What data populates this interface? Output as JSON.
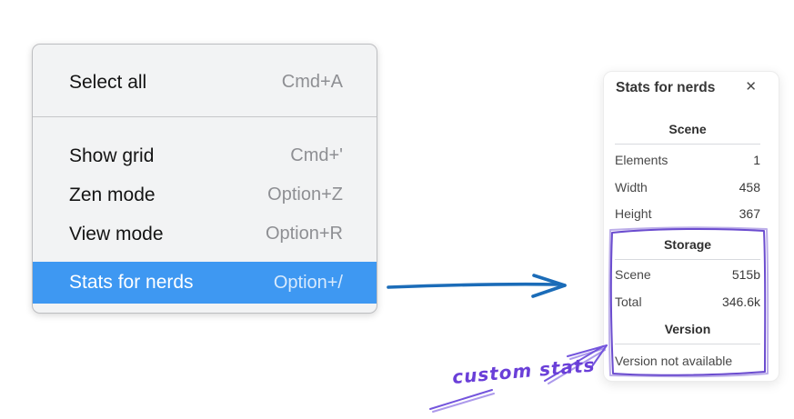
{
  "menu": {
    "items": [
      {
        "label": "Select all",
        "shortcut": "Cmd+A",
        "selected": false
      },
      {
        "label": "Show grid",
        "shortcut": "Cmd+'",
        "selected": false
      },
      {
        "label": "Zen mode",
        "shortcut": "Option+Z",
        "selected": false
      },
      {
        "label": "View mode",
        "shortcut": "Option+R",
        "selected": false
      },
      {
        "label": "Stats for nerds",
        "shortcut": "Option+/",
        "selected": true
      }
    ]
  },
  "stats_panel": {
    "title": "Stats for nerds",
    "close_glyph": "✕",
    "sections": [
      {
        "heading": "Scene",
        "rows": [
          {
            "label": "Elements",
            "value": "1"
          },
          {
            "label": "Width",
            "value": "458"
          },
          {
            "label": "Height",
            "value": "367"
          }
        ]
      },
      {
        "heading": "Storage",
        "rows": [
          {
            "label": "Scene",
            "value": "515b"
          },
          {
            "label": "Total",
            "value": "346.6k"
          }
        ]
      },
      {
        "heading": "Version",
        "message": "Version not available"
      }
    ]
  },
  "annotation": {
    "label": "custom stats"
  },
  "colors": {
    "menu_highlight": "#3e98f2",
    "flow_arrow_blue": "#1b6cb8",
    "annotation_purple": "#7455dd",
    "rough_box_purple": "#6b4ccf"
  }
}
